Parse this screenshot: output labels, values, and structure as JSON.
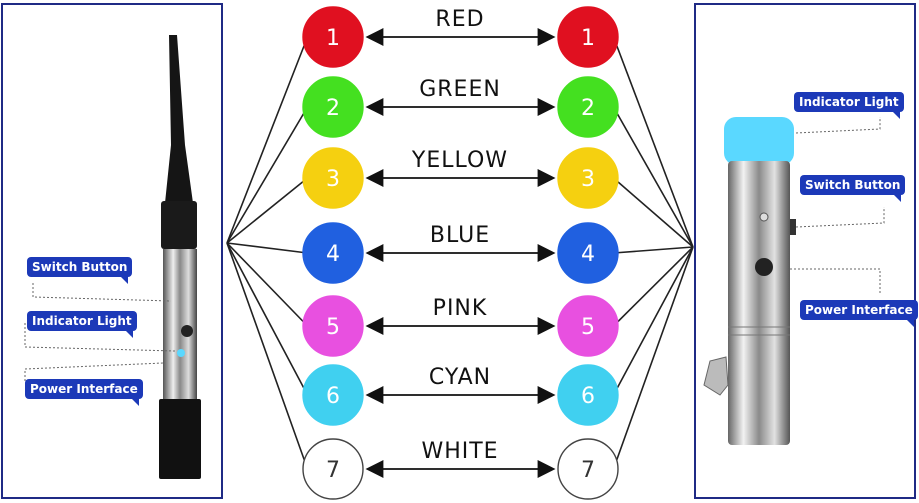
{
  "pins": [
    {
      "num": "1",
      "label": "RED",
      "color": "#e01020",
      "text_color": "#ffffff"
    },
    {
      "num": "2",
      "label": "GREEN",
      "color": "#44e020",
      "text_color": "#ffffff"
    },
    {
      "num": "3",
      "label": "YELLOW",
      "color": "#f5d010",
      "text_color": "#ffffff"
    },
    {
      "num": "4",
      "label": "BLUE",
      "color": "#2060e0",
      "text_color": "#ffffff"
    },
    {
      "num": "5",
      "label": "PINK",
      "color": "#e850e0",
      "text_color": "#ffffff"
    },
    {
      "num": "6",
      "label": "CYAN",
      "color": "#40d0f0",
      "text_color": "#ffffff"
    },
    {
      "num": "7",
      "label": "WHITE",
      "color": "#ffffff",
      "text_color": "#333333"
    }
  ],
  "left_device": {
    "callouts": {
      "switch_button": "Switch Button",
      "indicator_light": "Indicator Light",
      "power_interface": "Power Interface"
    }
  },
  "right_device": {
    "callouts": {
      "indicator_light": "Indicator Light",
      "switch_button": "Switch Button",
      "power_interface": "Power Interface"
    }
  },
  "colors": {
    "panel_border": "#1f2a85",
    "callout_bg": "#1c39b8",
    "indicator_glow": "#5ad8ff"
  }
}
